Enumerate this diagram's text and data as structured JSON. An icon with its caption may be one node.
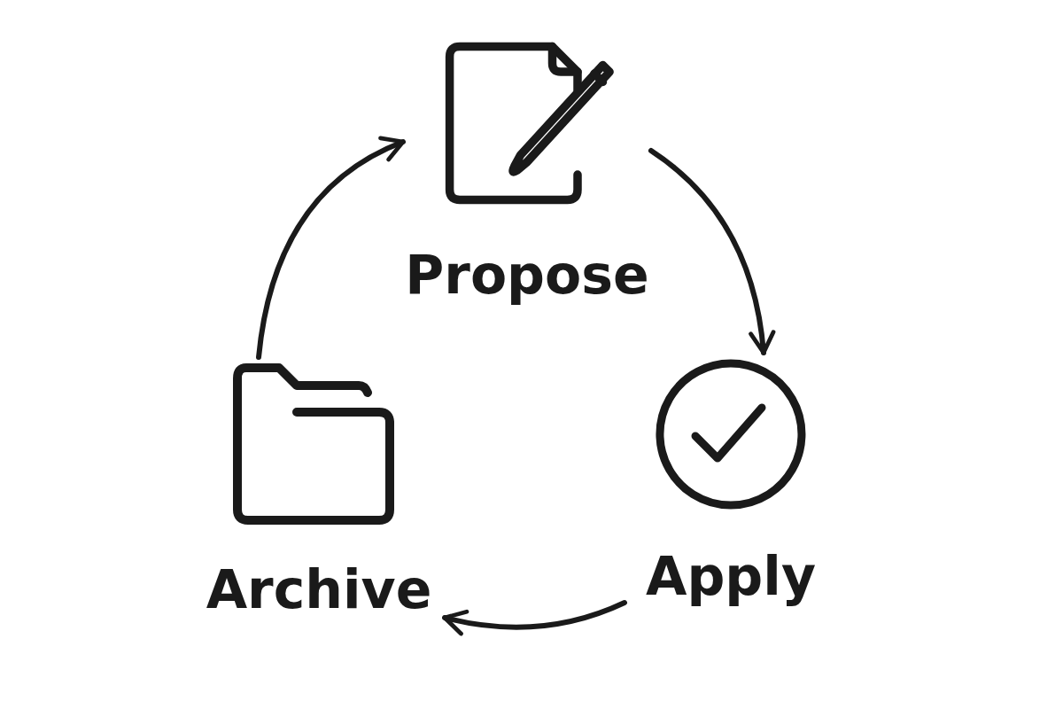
{
  "diagram": {
    "nodes": [
      {
        "text": [
          "Propose"
        ]
      },
      {
        "text": [
          "Apply"
        ]
      },
      {
        "text": [
          "Archive"
        ]
      }
    ],
    "edges": [
      {
        "from": 0,
        "to": 1,
        "arrow": "to"
      },
      {
        "from": 1,
        "to": 2,
        "arrow": "to"
      },
      {
        "from": 2,
        "to": 0,
        "arrow": "to"
      }
    ]
  }
}
